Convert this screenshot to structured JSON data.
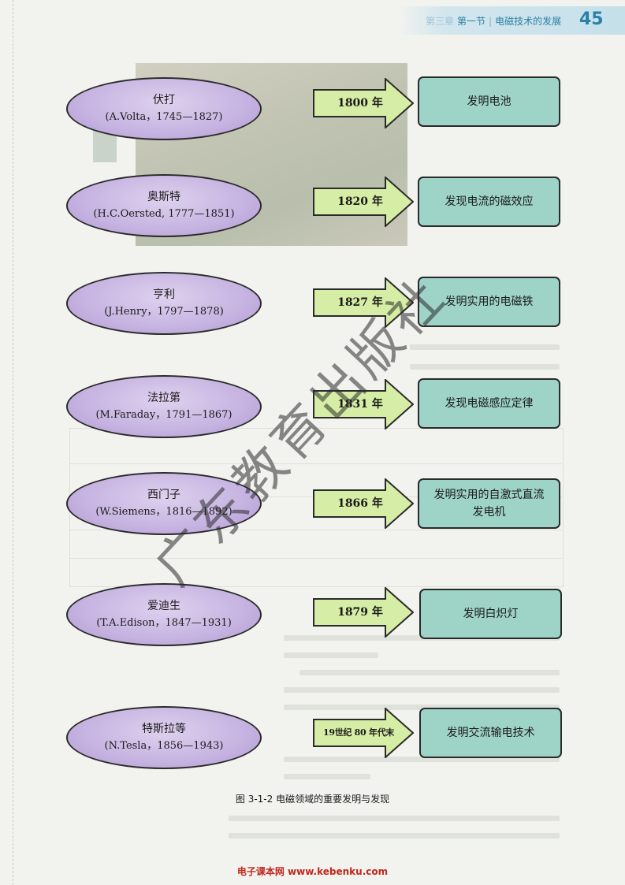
{
  "header": {
    "chapter": "第三章",
    "section": "第一节",
    "title": "电磁技术的发展",
    "page_number": "45"
  },
  "diagram": {
    "rows": [
      {
        "name": "伏打",
        "lifespan": "(A.Volta，1745—1827)",
        "year": "1800 年",
        "result": "发明电池"
      },
      {
        "name": "奥斯特",
        "lifespan": "(H.C.Oersted, 1777—1851)",
        "year": "1820 年",
        "result": "发现电流的磁效应"
      },
      {
        "name": "亨利",
        "lifespan": "(J.Henry，1797—1878)",
        "year": "1827 年",
        "result": "发明实用的电磁铁"
      },
      {
        "name": "法拉第",
        "lifespan": "(M.Faraday，1791—1867)",
        "year": "1831 年",
        "result": "发现电磁感应定律"
      },
      {
        "name": "西门子",
        "lifespan": "(W.Siemens，1816—1892)",
        "year": "1866 年",
        "result": "发明实用的自激式直流发电机"
      },
      {
        "name": "爱迪生",
        "lifespan": "(T.A.Edison，1847—1931)",
        "year": "1879 年",
        "result": "发明白炽灯"
      },
      {
        "name": "特斯拉等",
        "lifespan": "(N.Tesla，1856—1943)",
        "year": "19世纪 80 年代末",
        "result": "发明交流输电技术"
      }
    ],
    "caption": "图 3-1-2  电磁领域的重要发明与发现"
  },
  "watermark": "广东教育出版社",
  "footer": "电子课本网 www.kebenku.com",
  "colors": {
    "ellipse_fill": "#c6b3e1",
    "arrow_fill": "#d6eda5",
    "result_fill": "#9ed3c7",
    "accent": "#2a80a8"
  }
}
